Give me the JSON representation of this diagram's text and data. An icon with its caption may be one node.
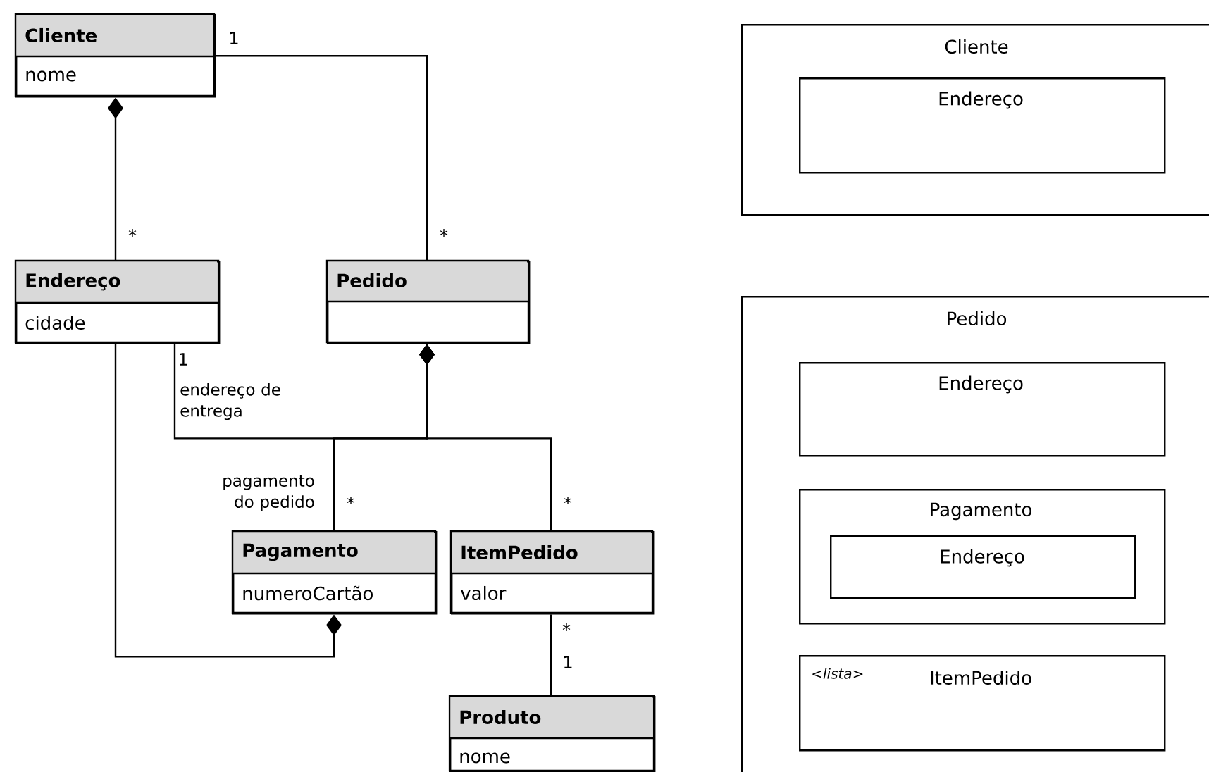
{
  "diagram": {
    "nodes": [
      {
        "text": [
          "Cliente",
          "nome"
        ]
      },
      {
        "text": [
          "Endereço",
          "cidade"
        ]
      },
      {
        "text": [
          "Pedido"
        ]
      },
      {
        "text": [
          "Pagamento",
          "numeroCartão"
        ]
      },
      {
        "text": [
          "ItemPedido",
          "valor"
        ]
      },
      {
        "text": [
          "Produto",
          "nome"
        ]
      },
      {
        "text": [
          "Cliente"
        ]
      },
      {
        "text": [
          "Endereço"
        ],
        "in": 6
      },
      {
        "text": [
          "Pedido"
        ]
      },
      {
        "text": [
          "Endereço"
        ],
        "in": 8
      },
      {
        "text": [
          "Pagamento"
        ],
        "in": 8
      },
      {
        "text": [
          "Endereço"
        ],
        "in": 10
      },
      {
        "text": [
          "<lista>",
          "ItemPedido"
        ],
        "in": 8
      }
    ],
    "edges": [
      {
        "from": 0,
        "to": 1,
        "arrow": "other"
      },
      {
        "from": 0,
        "to": 2,
        "arrow": "none"
      },
      {
        "from": 2,
        "to": 1,
        "arrow": "other",
        "label": "endereço de entrega"
      },
      {
        "from": 2,
        "to": 3,
        "arrow": "other",
        "label": "pagamento do pedido"
      },
      {
        "from": 2,
        "to": 4,
        "arrow": "other"
      },
      {
        "from": 3,
        "to": 1,
        "arrow": "other"
      },
      {
        "from": 4,
        "to": 5,
        "arrow": "none"
      }
    ],
    "labels": [
      "1",
      "*",
      "*",
      "1",
      "*",
      "*",
      "*",
      "1"
    ]
  }
}
